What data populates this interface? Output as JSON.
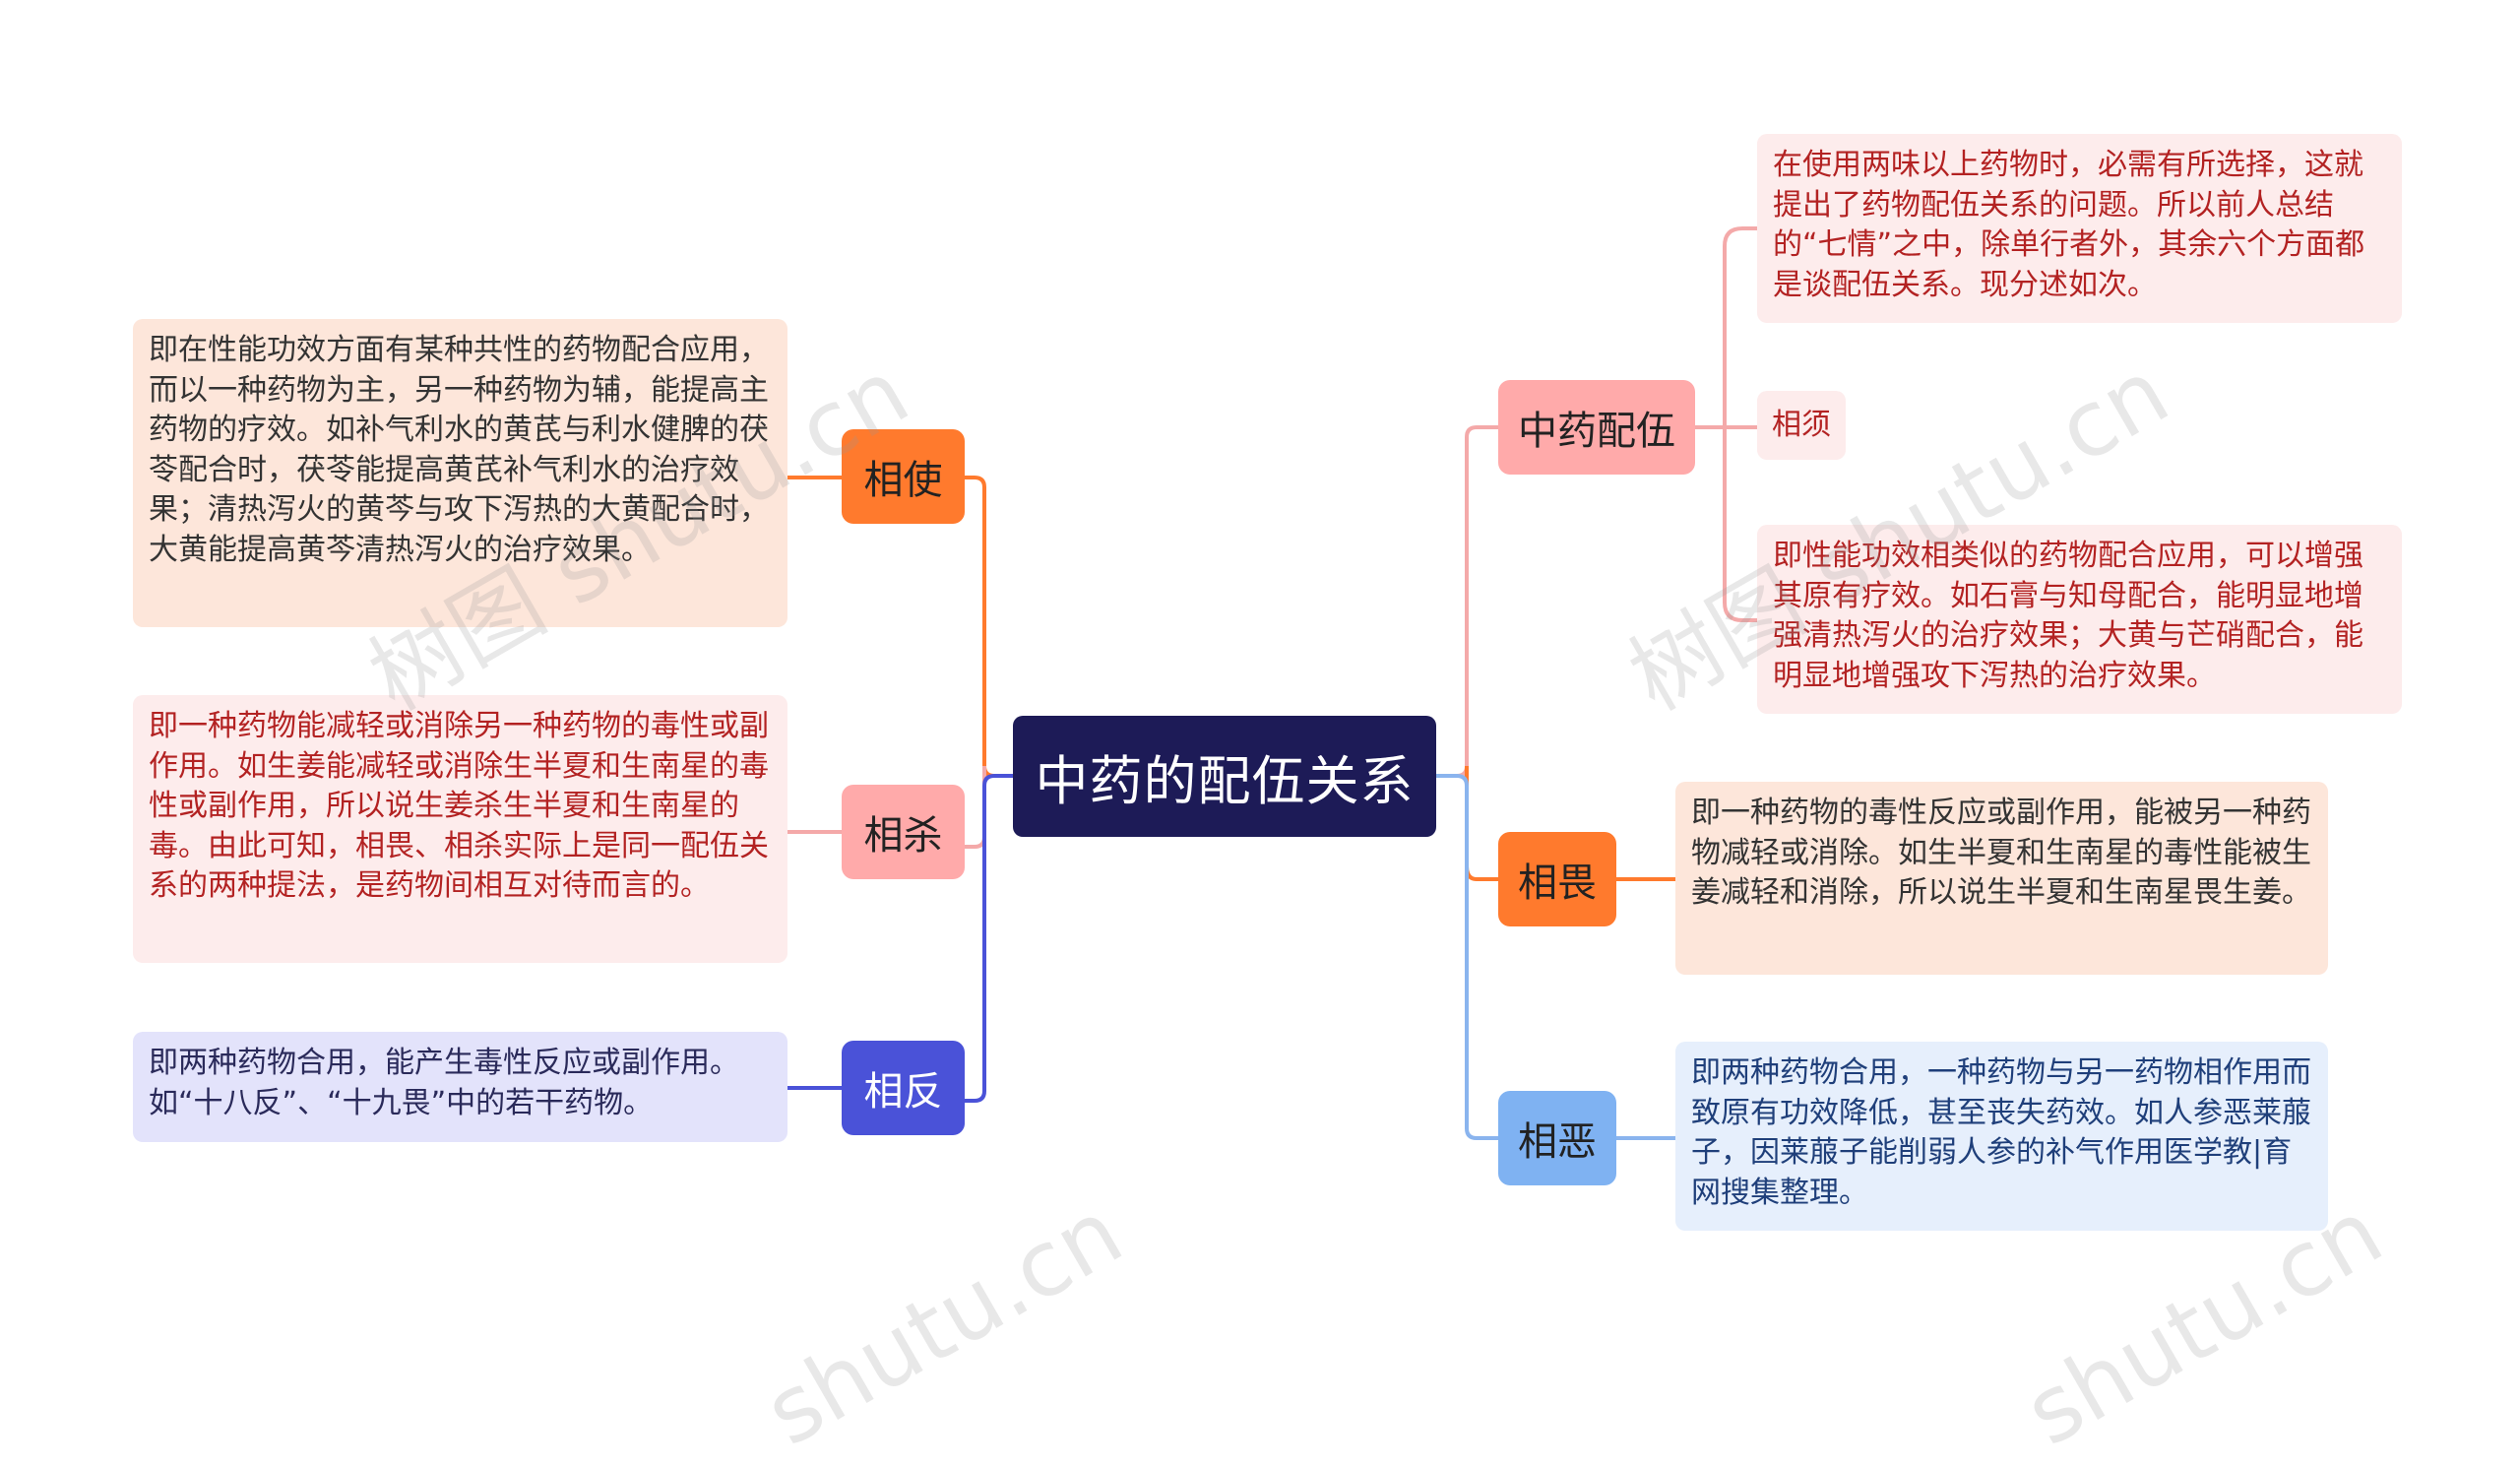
{
  "center": {
    "label": "中药的配伍关系"
  },
  "colors": {
    "center_bg": "#1d1b57",
    "orange": "#ff7a2d",
    "pink": "#ffaaaa",
    "blue_dark": "#4a52d8",
    "blue_light": "#7fb2f2",
    "pink_line": "#f4a9a9",
    "blue_line": "#8ab4ee"
  },
  "branches": {
    "xiangshi": {
      "label": "相使",
      "desc": "即在性能功效方面有某种共性的药物配合应用，而以一种药物为主，另一种药物为辅，能提高主药物的疗效。如补气利水的黄芪与利水健脾的茯苓配合时，茯苓能提高黄芪补气利水的治疗效果；清热泻火的黄芩与攻下泻热的大黄配合时，大黄能提高黄芩清热泻火的治疗效果。"
    },
    "xiangsha": {
      "label": "相杀",
      "desc": "即一种药物能减轻或消除另一种药物的毒性或副作用。如生姜能减轻或消除生半夏和生南星的毒性或副作用，所以说生姜杀生半夏和生南星的毒。由此可知，相畏、相杀实际上是同一配伍关系的两种提法，是药物间相互对待而言的。"
    },
    "xiangfan": {
      "label": "相反",
      "desc": "即两种药物合用，能产生毒性反应或副作用。如“十八反”、“十九畏”中的若干药物。"
    },
    "peiwu": {
      "label": "中药配伍",
      "intro": "在使用两味以上药物时，必需有所选择，这就提出了药物配伍关系的问题。所以前人总结的“七情”之中，除单行者外，其余六个方面都是谈配伍关系。现分述如次。",
      "xiangxu": "相须",
      "xiangxu_desc": "即性能功效相类似的药物配合应用，可以增强其原有疗效。如石膏与知母配合，能明显地增强清热泻火的治疗效果；大黄与芒硝配合，能明显地增强攻下泻热的治疗效果。"
    },
    "xiangwei": {
      "label": "相畏",
      "desc": "即一种药物的毒性反应或副作用，能被另一种药物减轻或消除。如生半夏和生南星的毒性能被生姜减轻和消除，所以说生半夏和生南星畏生姜。"
    },
    "xiangwu": {
      "label": "相恶",
      "desc": "即两种药物合用，一种药物与另一药物相作用而致原有功效降低，甚至丧失药效。如人参恶莱菔子，因莱菔子能削弱人参的补气作用医学教|育网搜集整理。"
    }
  },
  "watermarks": [
    "树图 shutu.cn",
    "树图 shutu.cn",
    "shutu.cn",
    "shutu.cn"
  ]
}
